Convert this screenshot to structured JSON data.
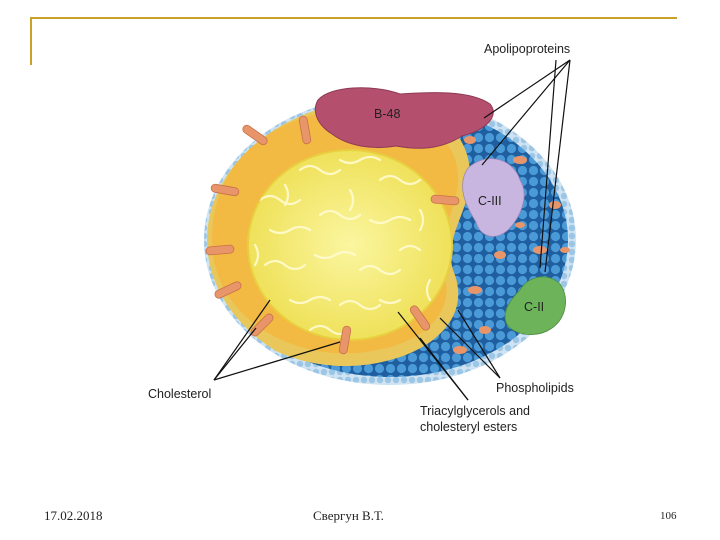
{
  "diagram": {
    "labels": {
      "apolipoproteins": "Apolipoproteins",
      "b48": "B-48",
      "c3": "C-III",
      "c2": "C-II",
      "cholesterol": "Cholesterol",
      "phospholipids": "Phospholipids",
      "triacyl_line1": "Triacylglycerols and",
      "triacyl_line2": "cholesteryl esters"
    },
    "colors": {
      "frame": "#c9a227",
      "phospholipid_blue": "#3b8ccc",
      "core_yellow": "#f2ea6a",
      "apo_b48": "#b4506e",
      "apo_c3": "#c8b6e0",
      "apo_c2": "#6cb35a",
      "cholesterol": "#e8956a"
    }
  },
  "footer": {
    "date": "17.02.2018",
    "author": "Свергун В.Т.",
    "page": "106"
  }
}
